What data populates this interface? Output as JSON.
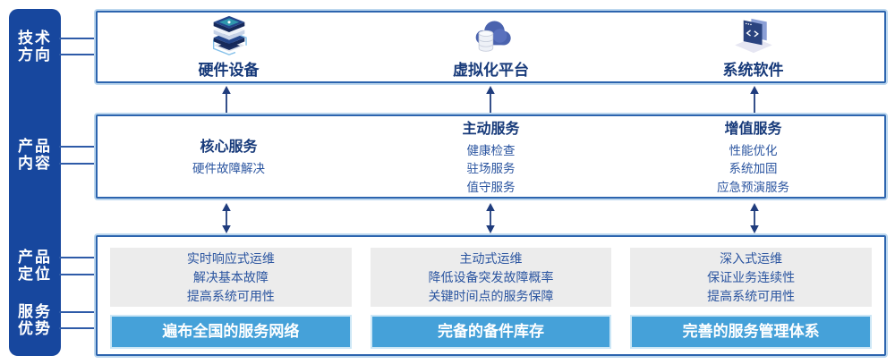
{
  "colors": {
    "sidebar_bg": "#17479e",
    "box_border": "#2c64ae",
    "box_halo": "#bcd7ee",
    "heading_navy": "#173a7a",
    "body_blue": "#2b55a0",
    "panel_gray": "#ececec",
    "banner_blue": "#45a1d9",
    "banner_border": "#cde7f6",
    "arrow_navy": "#1f3c7d"
  },
  "sidebar": {
    "labels": [
      {
        "line1": "技术",
        "line2": "方向"
      },
      {
        "line1": "产品",
        "line2": "内容"
      },
      {
        "line1": "产品",
        "line2": "定位"
      },
      {
        "line1": "服务",
        "line2": "优势"
      }
    ]
  },
  "tech_row": {
    "items": [
      {
        "icon": "server-stack-icon",
        "label": "硬件设备"
      },
      {
        "icon": "cloud-database-icon",
        "label": "虚拟化平台"
      },
      {
        "icon": "code-window-icon",
        "label": "系统软件"
      }
    ]
  },
  "content_row": {
    "columns": [
      {
        "heading": "核心服务",
        "items": [
          "硬件故障解决"
        ]
      },
      {
        "heading": "主动服务",
        "items": [
          "健康检查",
          "驻场服务",
          "值守服务"
        ]
      },
      {
        "heading": "增值服务",
        "items": [
          "性能优化",
          "系统加固",
          "应急预演服务"
        ]
      }
    ]
  },
  "positioning_row": {
    "columns": [
      {
        "points": [
          "实时响应式运维",
          "解决基本故障",
          "提高系统可用性"
        ],
        "banner": "遍布全国的服务网络"
      },
      {
        "points": [
          "主动式运维",
          "降低设备突发故障概率",
          "关键时间点的服务保障"
        ],
        "banner": "完备的备件库存"
      },
      {
        "points": [
          "深入式运维",
          "保证业务连续性",
          "提高系统可用性"
        ],
        "banner": "完善的服务管理体系"
      }
    ]
  }
}
